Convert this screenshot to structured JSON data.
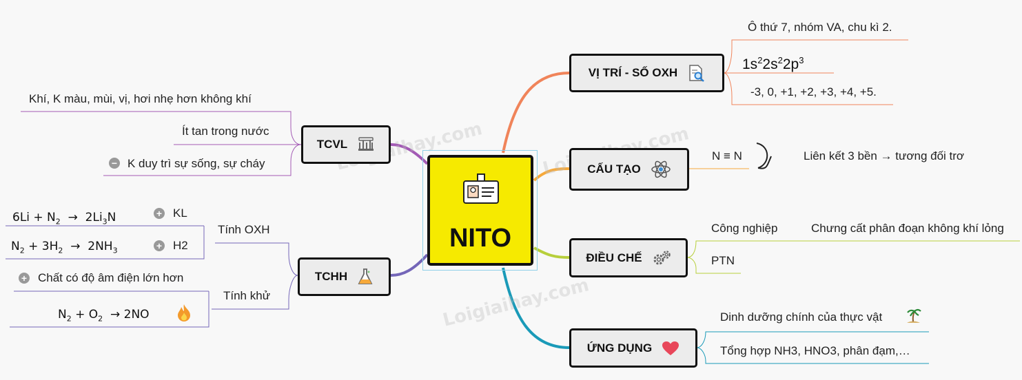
{
  "center": {
    "title": "NITO",
    "icon": "id-badge-icon"
  },
  "watermark": "Loigiaihay.com",
  "vi_tri": {
    "label": "VỊ TRÍ - SỐ OXH",
    "icon": "document-search-icon",
    "items": [
      "Ô thứ 7, nhóm VA, chu kì 2.",
      "-3, 0, +1, +2, +3, +4, +5."
    ],
    "config": {
      "base": "1s",
      "e1": "2",
      "mid1": "2s",
      "e2": "2",
      "mid2": "2p",
      "e3": "3"
    }
  },
  "cau_tao": {
    "label": "CẤU TẠO",
    "icon": "atom-icon",
    "bond": "N ≡ N",
    "note": "Liên kết 3 bền → tương đối trơ"
  },
  "dieu_che": {
    "label": "ĐIỀU CHẾ",
    "icon": "gears-icon",
    "industry": "Công nghiệp",
    "industry_method": "Chưng cất phân đoạn không khí lỏng",
    "lab": "PTN"
  },
  "ung_dung": {
    "label": "ỨNG DỤNG",
    "icon": "heart-icon",
    "items": [
      "Dinh dưỡng chính của thực vật",
      "Tổng hợp NH3, HNO3, phân đạm,…"
    ]
  },
  "tcvl": {
    "label": "TCVL",
    "icon": "lab-apparatus-icon",
    "items": [
      "Khí, K màu, mùi, vị, hơi nhẹ hơn không khí",
      "Ít tan trong nước",
      "K duy trì sự sống, sự cháy"
    ]
  },
  "tchh": {
    "label": "TCHH",
    "icon": "flask-icon",
    "oxh": {
      "label": "Tính OXH",
      "kl_label": "KL",
      "h2_label": "H2",
      "eq1": {
        "lhs": "6Li  +  N",
        "lhs_sub": "2",
        "arrow": "→",
        "rhs": "2Li",
        "rhs_sub": "3",
        "rhs_end": "N"
      },
      "eq2": {
        "a": "N",
        "a_sub": "2",
        "b": " +  3H",
        "b_sub": "2",
        "arrow": "→",
        "rhs": "2NH",
        "rhs_sub": "3"
      }
    },
    "khu": {
      "label": "Tính khử",
      "note": "Chất có độ âm điện lớn hơn",
      "eq": {
        "a": "N",
        "a_sub": "2",
        "b": " + O",
        "b_sub": "2",
        "arrow": "→",
        "rhs": "2NO"
      }
    }
  },
  "colors": {
    "vi_tri": "#f0845a",
    "cau_tao": "#f6a93b",
    "dieu_che": "#b7cf3c",
    "ung_dung": "#1a9ab8",
    "tcvl": "#a35ab5",
    "tchh": "#7466b8",
    "center": "#f6ea00"
  }
}
